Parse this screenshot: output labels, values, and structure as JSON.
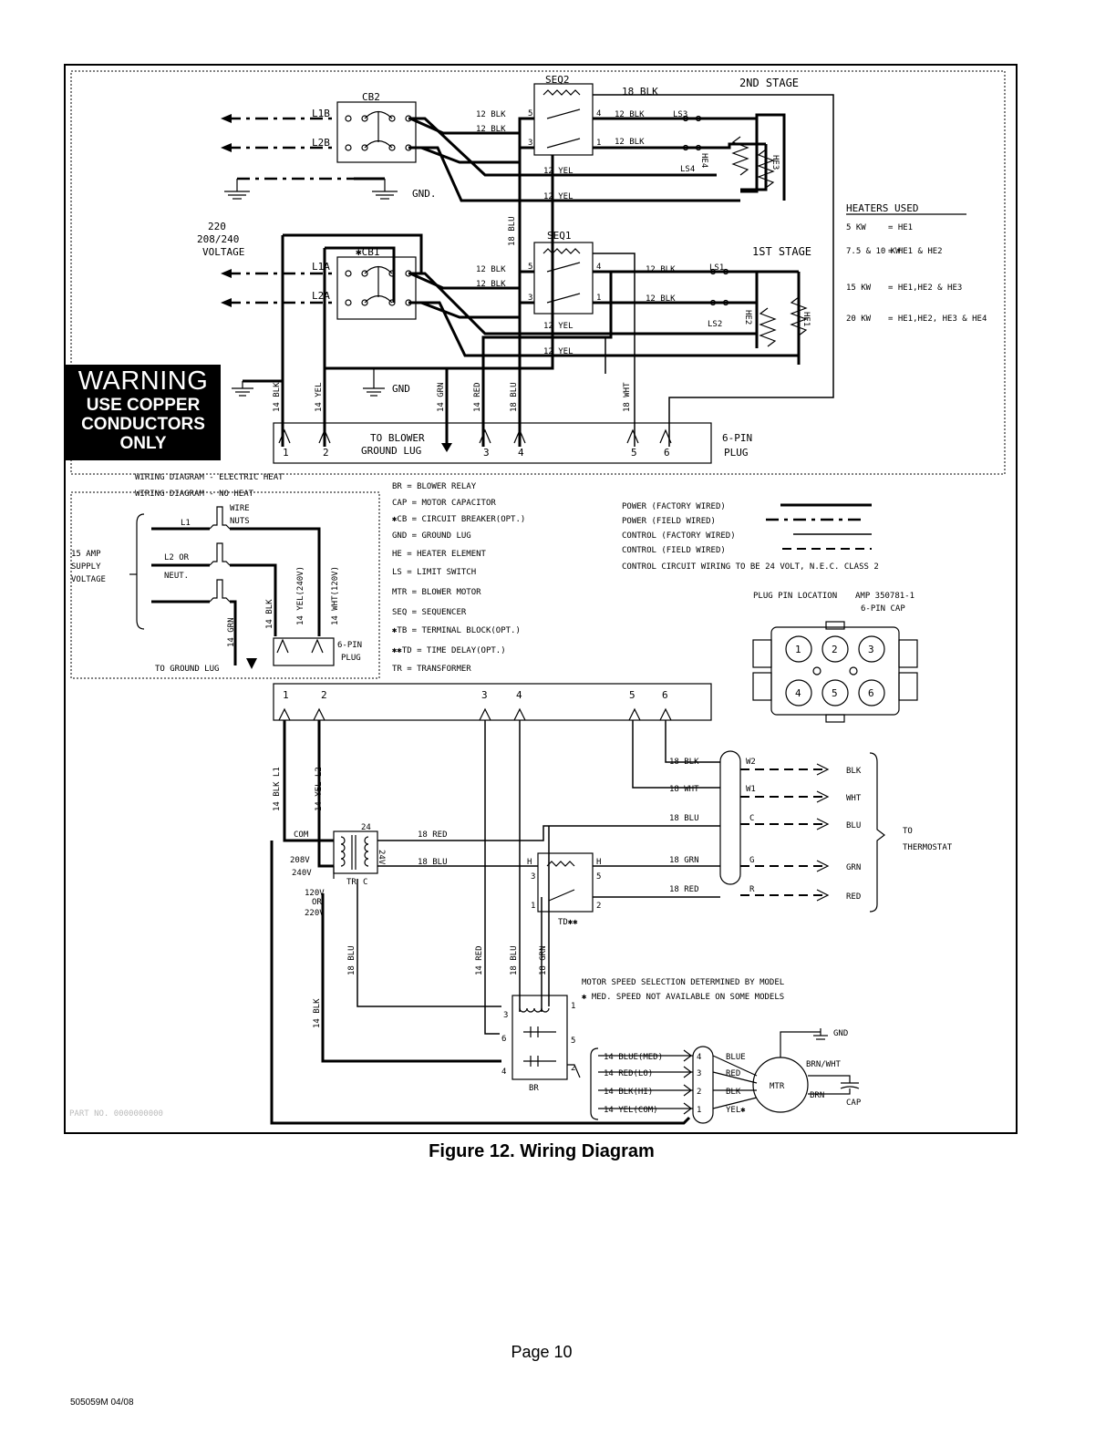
{
  "diagram": {
    "warning": {
      "title": "WARNING",
      "text": "USE COPPER CONDUCTORS ONLY"
    },
    "section_labels": {
      "electric_heat": "WIRING DIAGRAM - ELECTRIC HEAT",
      "no_heat": "WIRING DIAGRAM - NO HEAT",
      "second_stage": "2ND STAGE",
      "first_stage": "1ST STAGE"
    },
    "voltage_label": [
      "220",
      "208/240",
      "VOLTAGE"
    ],
    "components": {
      "cb2": "CB2",
      "cb1": "✱CB1",
      "seq2": "SEQ2",
      "seq1": "SEQ1",
      "l1b": "L1B",
      "l2b": "L2B",
      "l1a": "L1A",
      "l2a": "L2A",
      "ls1": "LS1",
      "ls2": "LS2",
      "ls3": "LS3",
      "ls4": "LS4",
      "he1": "HE1",
      "he2": "HE2",
      "he3": "HE3",
      "he4": "HE4",
      "gnd_top": "GND.",
      "gnd_mid": "GND",
      "to_blower": "TO BLOWER",
      "ground_lug": "GROUND LUG",
      "six_pin_plug": "6-PIN",
      "plug": "PLUG",
      "tr": "TR",
      "td": "TD✱✱",
      "br": "BR",
      "mtr": "MTR",
      "cap": "CAP",
      "com": "COM",
      "v208": "208V",
      "v240": "240V",
      "v120": "120V",
      "or": "OR",
      "v220": "220V",
      "v24": "24V",
      "c": "C",
      "n24": "24",
      "gnd_motor": "GND",
      "brn_wht": "BRN/WHT",
      "brn": "BRN",
      "blue": "BLUE",
      "red": "RED",
      "blk": "BLK",
      "yel": "YEL✱"
    },
    "wire_labels": {
      "l12blk": "12 BLK",
      "l12yel": "12 YEL",
      "l18blk": "18 BLK",
      "l18blu": "18 BLU",
      "l14blk": "14 BLK",
      "l14yel": "14 YEL",
      "l14grn": "14 GRN",
      "l14red": "14 RED",
      "l18wht": "18 WHT",
      "l18red": "18 RED",
      "l18grn": "18 GRN",
      "l14blkl1": "14 BLK L1",
      "l14yell2": "14 YEL L2",
      "l14yel240": "14 YEL(240V)",
      "l14wht120": "14 WHT(120V)"
    },
    "heaters_used": {
      "title": "HEATERS USED",
      "rows": [
        {
          "kw": "5 KW",
          "heaters": "= HE1"
        },
        {
          "kw": "7.5 & 10 KW",
          "heaters": "= HE1 & HE2"
        },
        {
          "kw": "15 KW",
          "heaters": "= HE1,HE2 & HE3"
        },
        {
          "kw": "20 KW",
          "heaters": "= HE1,HE2, HE3 & HE4"
        }
      ]
    },
    "legend": [
      "BR = BLOWER RELAY",
      "CAP = MOTOR CAPACITOR",
      "✱CB = CIRCUIT BREAKER(OPT.)",
      "GND = GROUND LUG",
      "HE = HEATER ELEMENT",
      "LS = LIMIT SWITCH",
      "MTR = BLOWER MOTOR",
      "SEQ = SEQUENCER",
      "✱TB = TERMINAL BLOCK(OPT.)",
      "✱✱TD = TIME DELAY(OPT.)",
      "TR = TRANSFORMER"
    ],
    "line_key": {
      "power_factory": "POWER (FACTORY WIRED)",
      "power_field": "POWER (FIELD WIRED)",
      "control_factory": "CONTROL (FACTORY WIRED)",
      "control_field": "CONTROL (FIELD WIRED)",
      "note": "CONTROL CIRCUIT WIRING TO BE 24 VOLT, N.E.C. CLASS 2"
    },
    "plug_pin": {
      "location": "PLUG PIN LOCATION",
      "part": "AMP 350781-1",
      "cap": "6-PIN CAP",
      "pins": [
        "1",
        "2",
        "3",
        "4",
        "5",
        "6"
      ]
    },
    "no_heat": {
      "supply": [
        "15 AMP",
        "SUPPLY",
        "VOLTAGE"
      ],
      "wire_nuts": [
        "WIRE",
        "NUTS"
      ],
      "l1": "L1",
      "l2_or": "L2 OR",
      "neut": "NEUT.",
      "to_ground_lug": "TO GROUND LUG"
    },
    "thermostat": {
      "terminals": [
        {
          "wire": "18 BLK",
          "term": "W2",
          "color": "BLK"
        },
        {
          "wire": "18 WHT",
          "term": "W1",
          "color": "WHT"
        },
        {
          "wire": "18 BLU",
          "term": "C",
          "color": "BLU"
        },
        {
          "wire": "18 GRN",
          "term": "G",
          "color": "GRN"
        },
        {
          "wire": "18 RED",
          "term": "R",
          "color": "RED"
        }
      ],
      "label": [
        "TO",
        "THERMOSTAT"
      ]
    },
    "motor_speed": {
      "note1": "MOTOR SPEED SELECTION DETERMINED BY MODEL",
      "note2": "✱ MED. SPEED NOT AVAILABLE ON SOME MODELS",
      "taps": [
        "14 BLUE(MED)",
        "14 RED(LO)",
        "14 BLK(HI)",
        "14 YEL(COM)"
      ]
    },
    "part_no": "PART NO. 0000000000"
  },
  "caption": "Figure 12. Wiring Diagram",
  "page": "Page 10",
  "doc_code": "505059M 04/08"
}
